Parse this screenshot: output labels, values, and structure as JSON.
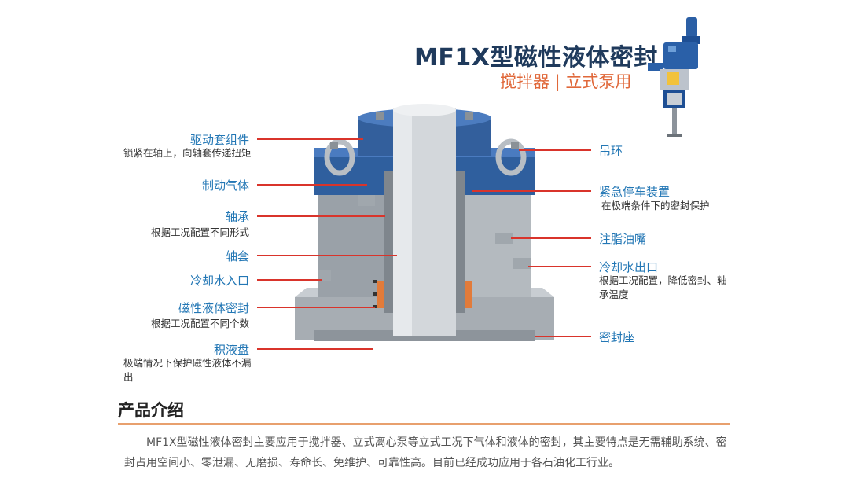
{
  "header": {
    "title": "MF1X型磁性液体密封",
    "subtitle": "搅拌器 | 立式泵用"
  },
  "labels": {
    "drive_sleeve": {
      "title": "驱动套组件",
      "note": "锁紧在轴上，向轴套传递扭矩"
    },
    "brake_gas": {
      "title": "制动气体"
    },
    "bearing": {
      "title": "轴承",
      "note": "根据工况配置不同形式"
    },
    "shaft_sleeve": {
      "title": "轴套"
    },
    "coolant_inlet": {
      "title": "冷却水入口"
    },
    "magnetic_seal": {
      "title": "磁性液体密封",
      "note": "根据工况配置不同个数"
    },
    "drip_tray": {
      "title": "积液盘",
      "note": "极端情况下保护磁性液体不漏出"
    },
    "lifting_ring": {
      "title": "吊环"
    },
    "emergency_stop": {
      "title": "紧急停车装置",
      "note": "在极端条件下的密封保护"
    },
    "grease_nipple": {
      "title": "注脂油嘴"
    },
    "coolant_outlet": {
      "title": "冷却水出口",
      "note": "根据工况配置，降低密封、轴承温度"
    },
    "seal_seat": {
      "title": "密封座"
    }
  },
  "intro": {
    "heading": "产品介绍",
    "body": "MF1X型磁性液体密封主要应用于搅拌器、立式离心泵等立式工况下气体和液体的密封，其主要特点是无需辅助系统、密封占用空间小、零泄漏、无磨损、寿命长、免维护、可靠性高。目前已经成功应用于各石油化工行业。"
  },
  "colors": {
    "label_blue": "#2377b5",
    "leader_red": "#d9342b",
    "accent_orange": "#e0683a",
    "title_navy": "#1f3a5c"
  },
  "icons": [
    "agitator-unit-icon",
    "seal-cutaway-illustration"
  ]
}
